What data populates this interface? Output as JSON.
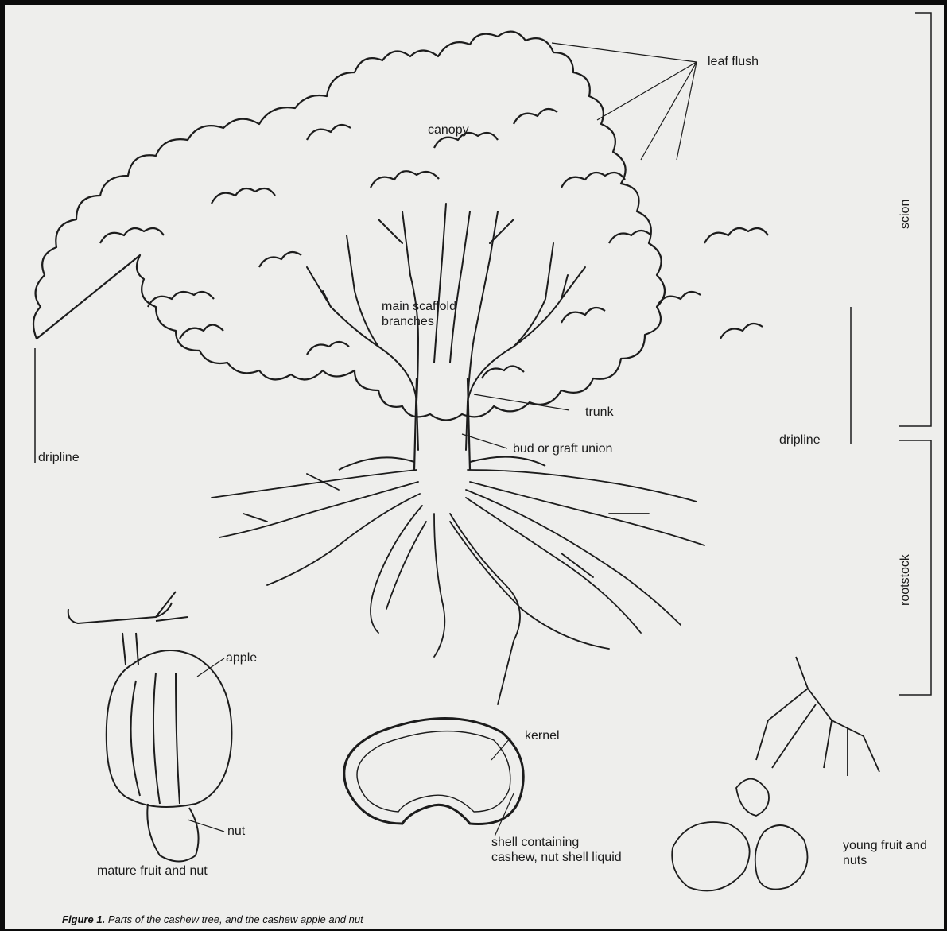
{
  "labels": {
    "leaf_flush": "leaf flush",
    "canopy": "canopy",
    "main_scaffold_branches": "main scaffold branches",
    "trunk": "trunk",
    "bud_or_graft_union": "bud or graft union",
    "dripline_left": "dripline",
    "dripline_right": "dripline",
    "scion": "scion",
    "rootstock": "rootstock",
    "apple": "apple",
    "nut": "nut",
    "mature_fruit_and_nut": "mature fruit and nut",
    "kernel": "kernel",
    "shell_containing": "shell containing cashew, nut shell liquid",
    "young_fruit_and_nuts": "young fruit and nuts"
  },
  "caption": {
    "figure_number": "Figure 1.",
    "text": "Parts of the cashew tree, and the cashew apple and nut"
  }
}
